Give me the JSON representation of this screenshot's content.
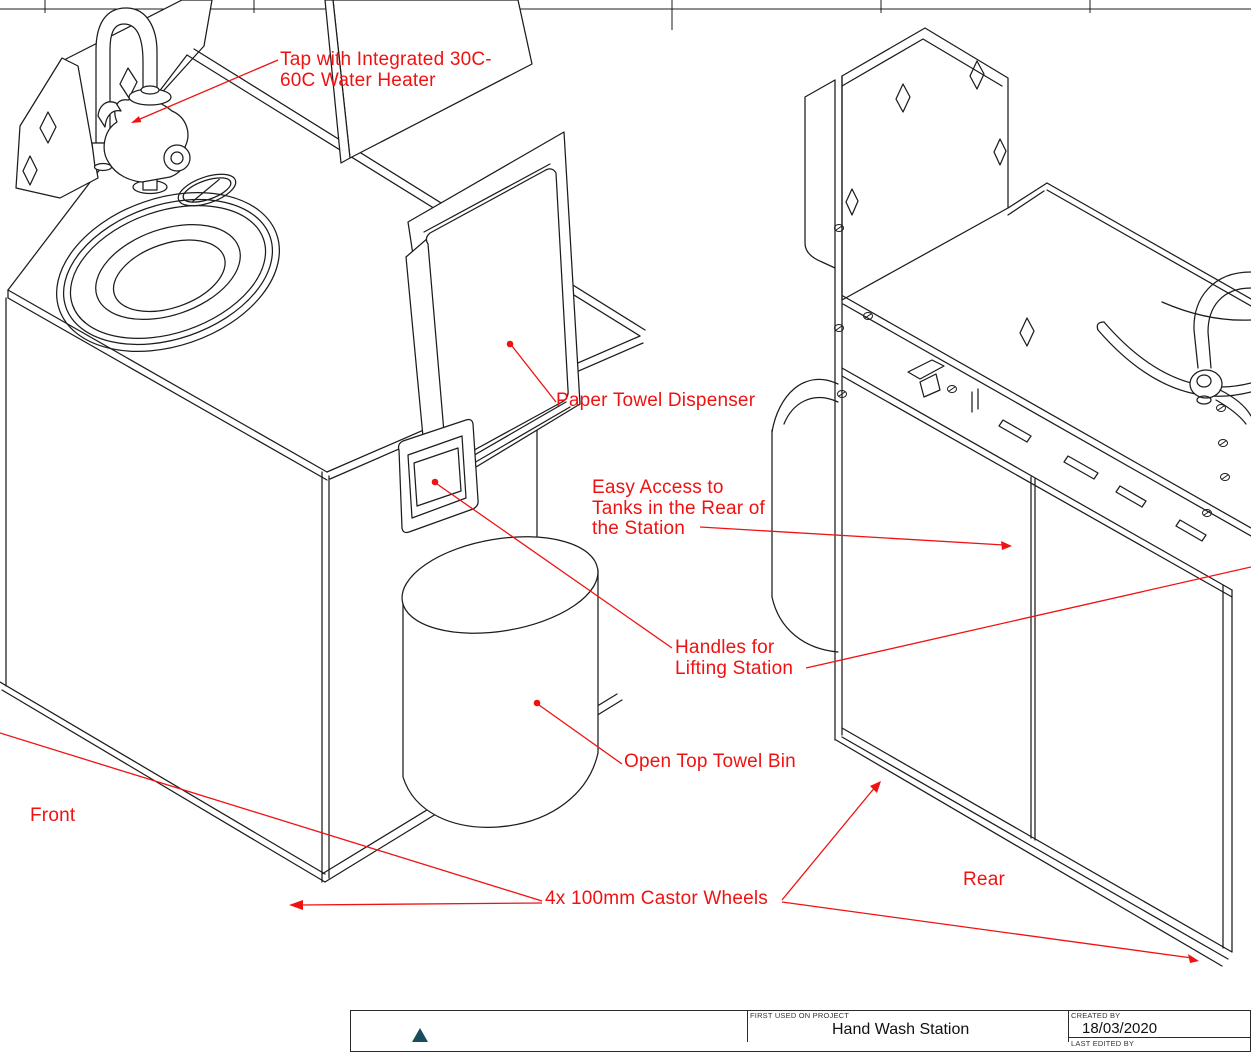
{
  "drawing": {
    "title": "Hand Wash Station isometric views",
    "annotation_color": "#f01212",
    "line_color": "#1c1c1c",
    "labels": {
      "tap_line1": "Tap with Integrated 30C-",
      "tap_line2": "60C Water Heater",
      "dispenser": "Paper Towel Dispenser",
      "access_line1": "Easy Access to",
      "access_line2": "Tanks in the Rear of",
      "access_line3": "the Station",
      "handles_line1": "Handles for",
      "handles_line2": "Lifting Station",
      "bin": "Open Top Towel Bin",
      "front": "Front",
      "castors": "4x 100mm Castor Wheels",
      "rear": "Rear"
    }
  },
  "title_block": {
    "first_used_label": "FIRST USED ON PROJECT",
    "project_name": "Hand Wash Station",
    "created_by_label": "CREATED BY",
    "created_date": "18/03/2020",
    "last_edited_label": "LAST EDITED BY",
    "logo_color": "#174e5c"
  }
}
